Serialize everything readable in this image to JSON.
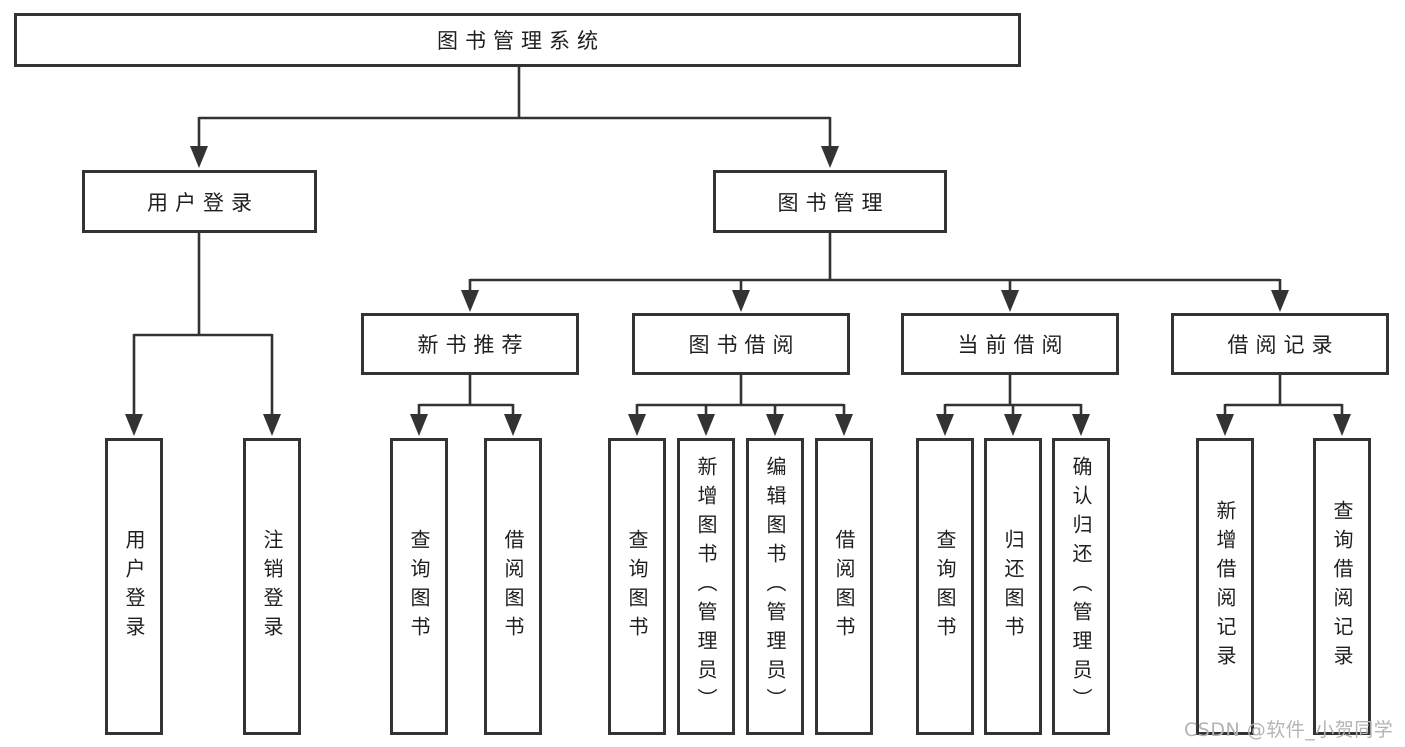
{
  "diagram": {
    "type": "hierarchy-tree",
    "root": {
      "id": "system",
      "label": "图书管理系统"
    },
    "level2": [
      {
        "id": "user-login",
        "label": "用户登录",
        "parent": "system"
      },
      {
        "id": "book-management",
        "label": "图书管理",
        "parent": "system"
      }
    ],
    "level3": [
      {
        "id": "new-book-recommend",
        "label": "新书推荐",
        "parent": "book-management"
      },
      {
        "id": "book-borrowing",
        "label": "图书借阅",
        "parent": "book-management"
      },
      {
        "id": "current-borrowing",
        "label": "当前借阅",
        "parent": "book-management"
      },
      {
        "id": "borrowing-records",
        "label": "借阅记录",
        "parent": "book-management"
      }
    ],
    "leaves": [
      {
        "id": "leaf-user-login",
        "label": "用户登录",
        "parent": "user-login"
      },
      {
        "id": "leaf-logout",
        "label": "注销登录",
        "parent": "user-login"
      },
      {
        "id": "leaf-query-books-1",
        "label": "查询图书",
        "parent": "new-book-recommend"
      },
      {
        "id": "leaf-borrow-books-1",
        "label": "借阅图书",
        "parent": "new-book-recommend"
      },
      {
        "id": "leaf-query-books-2",
        "label": "查询图书",
        "parent": "book-borrowing"
      },
      {
        "id": "leaf-add-books-admin",
        "label": "新增图书（管理员）",
        "parent": "book-borrowing"
      },
      {
        "id": "leaf-edit-books-admin",
        "label": "编辑图书（管理员）",
        "parent": "book-borrowing"
      },
      {
        "id": "leaf-borrow-books-2",
        "label": "借阅图书",
        "parent": "book-borrowing"
      },
      {
        "id": "leaf-query-books-3",
        "label": "查询图书",
        "parent": "current-borrowing"
      },
      {
        "id": "leaf-return-books",
        "label": "归还图书",
        "parent": "current-borrowing"
      },
      {
        "id": "leaf-confirm-return-admin",
        "label": "确认归还（管理员）",
        "parent": "current-borrowing"
      },
      {
        "id": "leaf-add-borrow-record",
        "label": "新增借阅记录",
        "parent": "borrowing-records"
      },
      {
        "id": "leaf-query-borrow-record",
        "label": "查询借阅记录",
        "parent": "borrowing-records"
      }
    ]
  },
  "watermark": {
    "text": "CSDN @软件_小贺同学"
  },
  "colors": {
    "line": "#333333",
    "box_border": "#333333",
    "text": "#1f1f1f",
    "background": "#ffffff",
    "watermark": "#b4b4b4"
  }
}
